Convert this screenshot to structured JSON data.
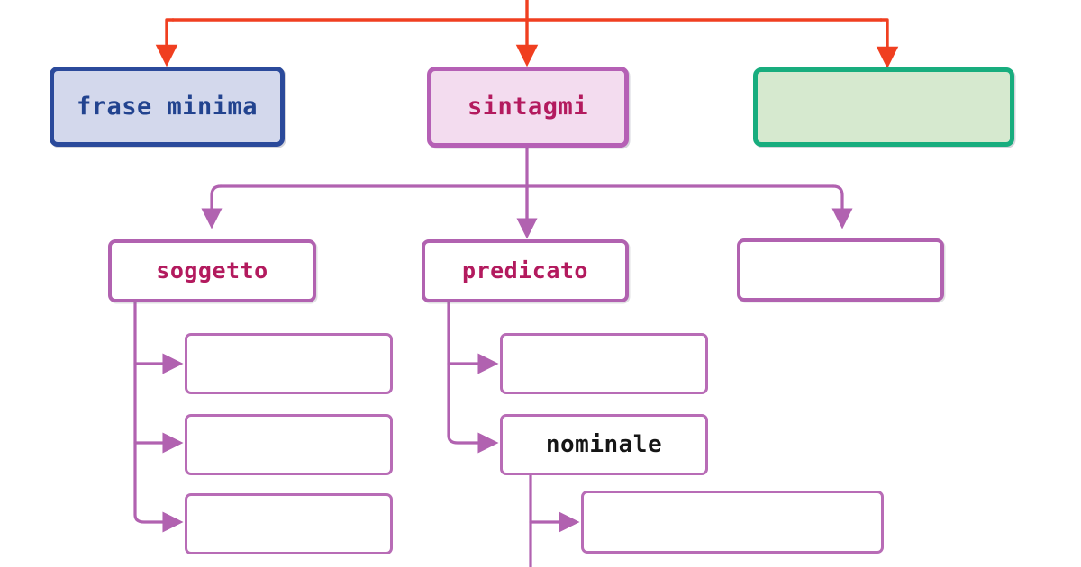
{
  "diagram": {
    "title": "frase minima / sintagmi tree",
    "type": "hierarchy-tree",
    "colors": {
      "red_connector": "#f03f20",
      "purple_connector": "#b162b0",
      "blue_border": "#2b4a9b",
      "blue_fill": "#d3d8ec",
      "blue_text": "#22438f",
      "purple_border": "#b560b5",
      "pink_fill": "#f3dcef",
      "magenta_text": "#b31a5e",
      "green_border": "#18ad7e",
      "green_fill": "#d6e9cf",
      "black_text": "#161616",
      "background": "#ffffff"
    },
    "level1": {
      "frase_minima": "frase minima",
      "sintagmi": "sintagmi",
      "green_empty": ""
    },
    "level2": {
      "soggetto": "soggetto",
      "predicato": "predicato",
      "empty": ""
    },
    "level3": {
      "soggetto_child_1": "",
      "soggetto_child_2": "",
      "soggetto_child_3": "",
      "predicato_child_1": "",
      "nominale": "nominale"
    },
    "level4": {
      "nominale_child_1": ""
    }
  }
}
